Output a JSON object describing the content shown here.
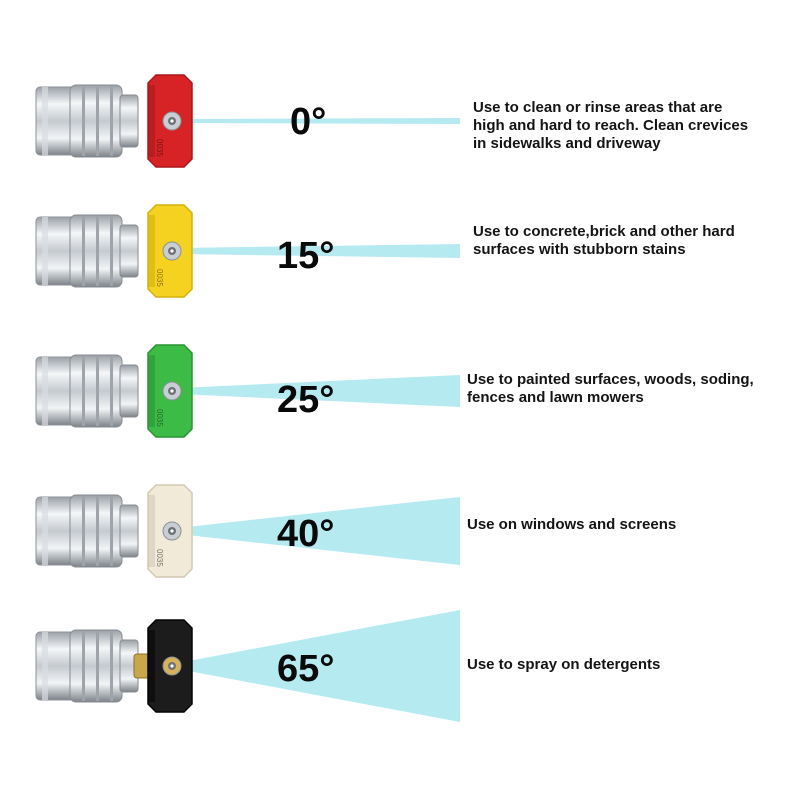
{
  "colors": {
    "spray": "#aee8ef",
    "steel_light": "#eef0f2",
    "steel_dark": "#7c8288",
    "brass": "#c9a64a"
  },
  "nozzles": [
    {
      "angle": "0°",
      "tip_color": "#d72325",
      "tip_shade": "#a8181a",
      "spray_degrees": 0,
      "code": "0035",
      "description": [
        "Use to clean or rinse areas that are",
        "high and hard to reach. Clean crevices",
        "in sidewalks and driveway"
      ]
    },
    {
      "angle": "15°",
      "tip_color": "#f4d21f",
      "tip_shade": "#d3b00e",
      "spray_degrees": 15,
      "code": "0035",
      "description": [
        "Use to concrete,brick and other hard",
        "surfaces with stubborn stains"
      ]
    },
    {
      "angle": "25°",
      "tip_color": "#3dbb47",
      "tip_shade": "#2a9434",
      "spray_degrees": 25,
      "code": "0035",
      "description": [
        "Use to painted surfaces, woods, soding,",
        "fences and lawn mowers"
      ]
    },
    {
      "angle": "40°",
      "tip_color": "#f1ead8",
      "tip_shade": "#d2c9b3",
      "spray_degrees": 40,
      "code": "0035",
      "description": [
        "Use on windows and screens"
      ]
    },
    {
      "angle": "65°",
      "tip_color": "#1c1c1c",
      "tip_shade": "#050505",
      "spray_degrees": 65,
      "code": "",
      "description": [
        "Use to spray on detergents"
      ]
    }
  ]
}
